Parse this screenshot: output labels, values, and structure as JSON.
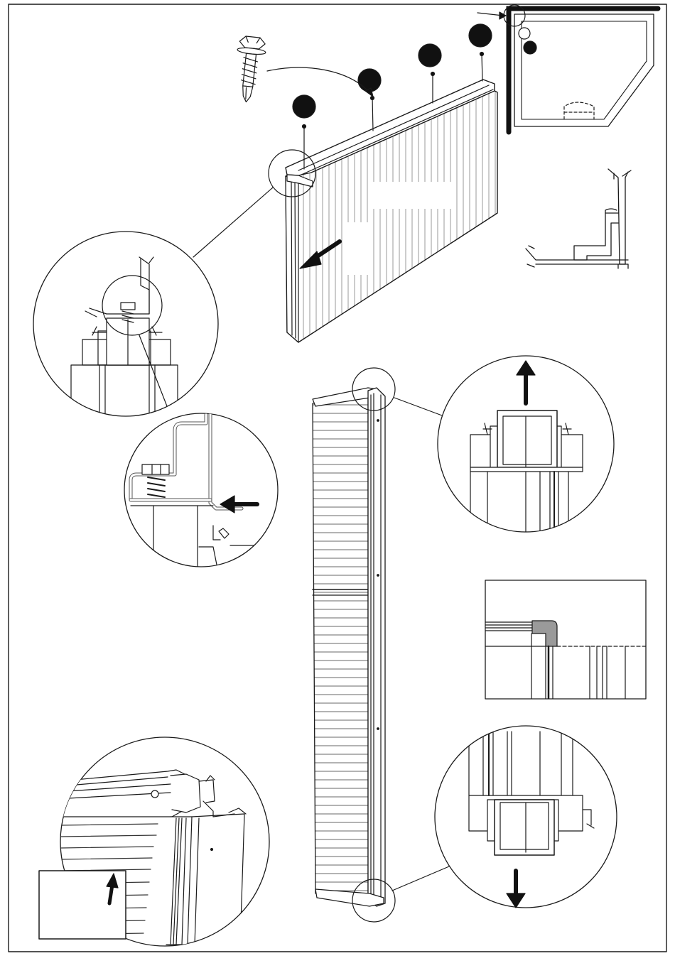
{
  "page": {
    "title": "",
    "step_badges": [
      {
        "id": "badge-1",
        "label": ""
      },
      {
        "id": "badge-2",
        "label": ""
      },
      {
        "id": "badge-3",
        "label": ""
      },
      {
        "id": "badge-4",
        "label": ""
      }
    ],
    "corner_badge": {
      "label": ""
    },
    "label_box": {
      "text": ""
    },
    "panel_label": {
      "text": ""
    },
    "direction_arrows": [
      "left",
      "up",
      "down",
      "left",
      "up"
    ],
    "colors": {
      "line": "#1a1a1a",
      "fill": "#ffffff",
      "dark": "#111111",
      "shade": "#9a9a9a"
    },
    "icons": [
      "self-drilling-screw-icon",
      "corner-profile-icon",
      "floor-plan-icon",
      "detail-magnifier-icon"
    ]
  }
}
